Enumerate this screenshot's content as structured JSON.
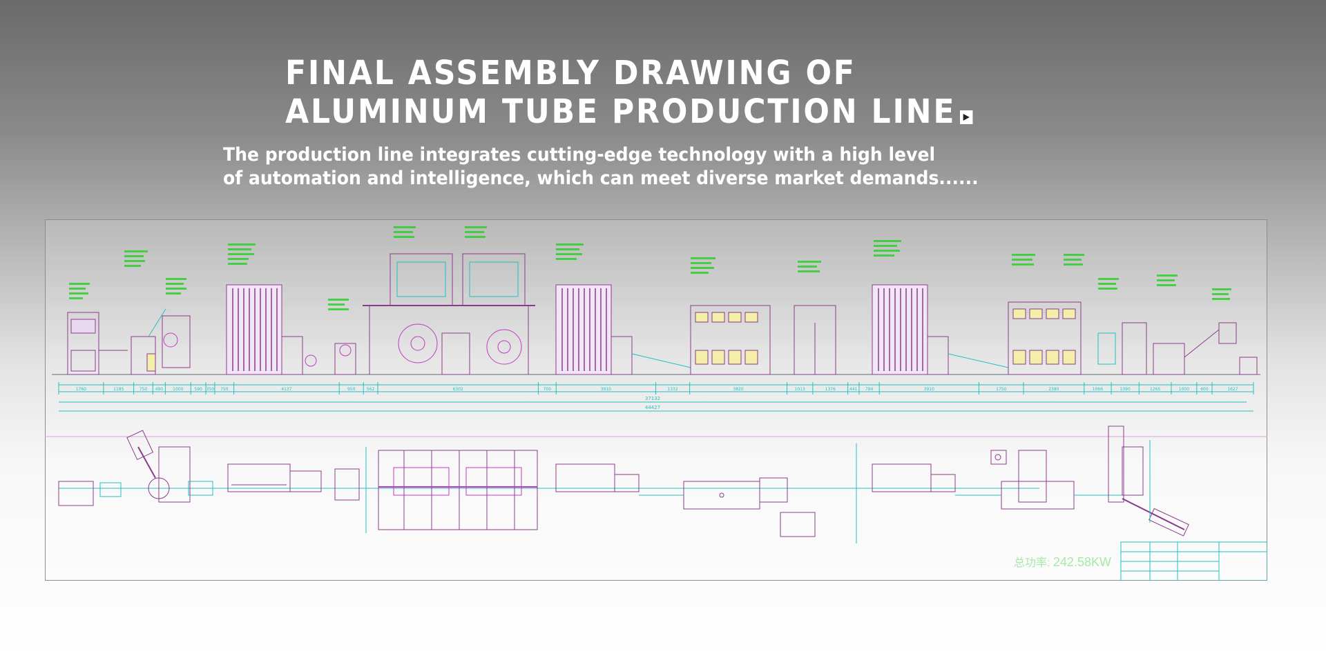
{
  "title": {
    "line1": "FINAL ASSEMBLY DRAWING OF",
    "line2": "ALUMINUM TUBE PRODUCTION LINE"
  },
  "subtitle": {
    "line1": "The production line integrates cutting-edge technology with a high level",
    "line2": "of automation and intelligence, which can meet diverse market demands......"
  },
  "drawing": {
    "dimensions_row1": [
      "1760",
      "1185",
      "750",
      "490",
      "1000",
      "590",
      "350",
      "750",
      "4137",
      "950",
      "562",
      "6302",
      "700",
      "3910",
      "1332",
      "3820",
      "1013",
      "1376",
      "441",
      "794",
      "3910",
      "1750",
      "2380",
      "1066",
      "1090",
      "1265",
      "1000",
      "600",
      "1627"
    ],
    "total_1": "37132",
    "total_2": "44427",
    "power_prefix": "总功率:",
    "power_value": "242.58KW",
    "colors": {
      "frame": "#8c8c8c",
      "machine": "#8a3a8a",
      "dimension": "#22c0c0",
      "annotation": "#2fd02f",
      "panel": "#f4efa8"
    }
  }
}
